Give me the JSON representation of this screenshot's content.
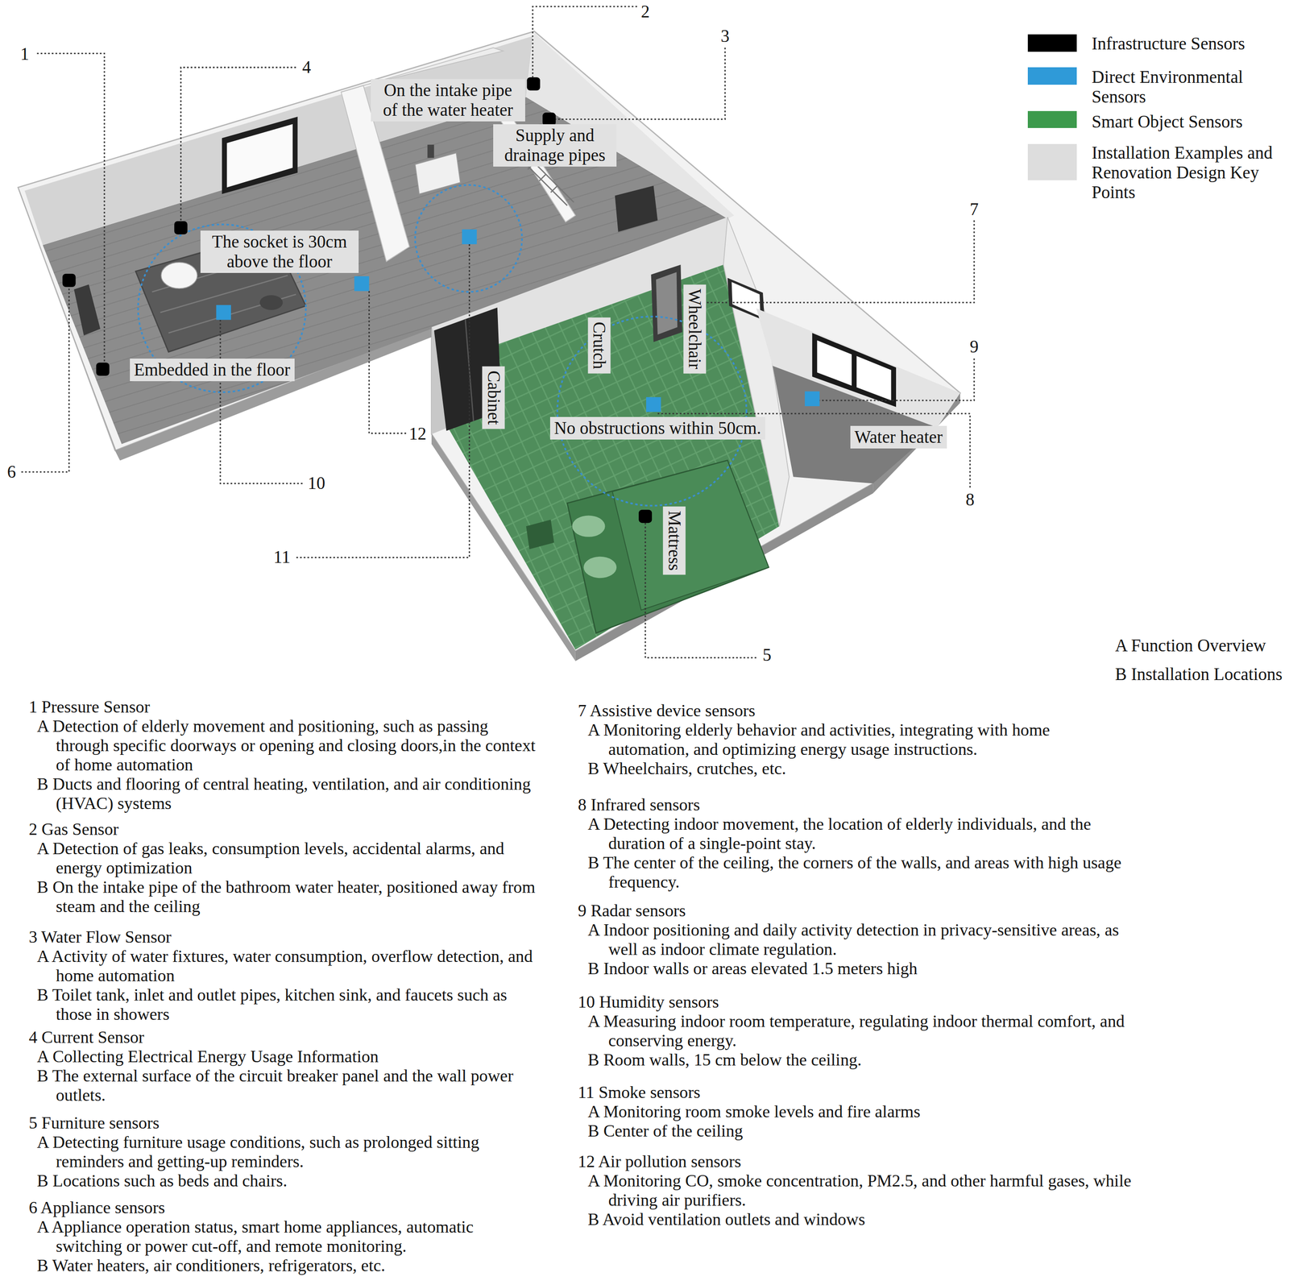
{
  "diagram": {
    "nodes": [
      {
        "text": [
          "On the intake pipe of the water heater"
        ]
      },
      {
        "text": [
          "Supply and drainage pipes"
        ]
      },
      {
        "text": [
          "The socket is 30cm above the floor"
        ]
      },
      {
        "text": [
          "Embedded in the floor"
        ]
      },
      {
        "text": [
          "Crutch"
        ]
      },
      {
        "text": [
          "Wheelchair"
        ]
      },
      {
        "text": [
          "Cabinet"
        ]
      },
      {
        "text": [
          "No obstructions within 50cm."
        ]
      },
      {
        "text": [
          "Water heater"
        ]
      },
      {
        "text": [
          "Mattress"
        ]
      }
    ],
    "labels": [
      "1",
      "2",
      "3",
      "4",
      "5",
      "6",
      "7",
      "8",
      "9",
      "10",
      "11",
      "12",
      "A Function Overview",
      "B Installation Locations",
      "1 Pressure Sensor",
      "A Detection of elderly movement and positioning, such as passing through specific doorways or opening and closing doors,in the context of home automation",
      "B Ducts and flooring of central heating, ventilation, and air conditioning (HVAC) systems",
      "2 Gas Sensor",
      "A Detection of gas leaks, consumption levels, accidental alarms, and energy optimization",
      "B On the intake pipe of the bathroom water heater, positioned away from steam and the ceiling",
      "3 Water Flow Sensor",
      "A Activity of water fixtures, water consumption, overflow detection, and home automation",
      "B Toilet tank, inlet and outlet pipes, kitchen sink, and faucets such as those in showers",
      "4 Current Sensor",
      "A Collecting Electrical Energy Usage Information",
      "B The external surface of the circuit breaker panel and the wall power outlets.",
      "5 Furniture sensors",
      "A Detecting furniture usage conditions, such as prolonged sitting reminders and getting-up reminders.",
      "B Locations such as beds and chairs.",
      "6 Appliance sensors",
      "A Appliance operation status, smart home appliances, automatic switching or power cut-off, and remote monitoring.",
      "B Water heaters, air conditioners, refrigerators, etc.",
      "7 Assistive device sensors",
      "A Monitoring elderly behavior and activities, integrating with home automation, and optimizing energy usage instructions.",
      "B Wheelchairs, crutches, etc.",
      "8 Infrared sensors",
      "A Detecting indoor movement, the location of elderly individuals, and the duration of a single-point stay.",
      "B The center of the ceiling, the corners of the walls, and areas with high usage frequency.",
      "9 Radar sensors",
      "A Indoor positioning and daily activity detection in privacy-sensitive areas, as well as indoor climate regulation.",
      "B Indoor walls or areas elevated 1.5 meters high",
      "10 Humidity sensors",
      "A Measuring indoor room temperature, regulating indoor thermal comfort, and conserving energy.",
      "B Room walls, 15 cm below the ceiling.",
      "11 Smoke sensors",
      "A Monitoring room smoke levels and fire alarms",
      "B Center of the ceiling",
      "12 Air pollution sensors",
      "A Monitoring CO, smoke concentration, PM2.5, and other harmful gases, while driving air purifiers.",
      "B Avoid ventilation outlets and windows"
    ],
    "legend": [
      {
        "text": "Infrastructure Sensors",
        "color": "#000000"
      },
      {
        "text": "Direct Environmental Sensors",
        "color": "#2f9ad8"
      },
      {
        "text": "Smart Object Sensors",
        "color": "#3c9a4c"
      },
      {
        "text": "Installation Examples and Renovation Design Key Points",
        "color": "#dddddd"
      }
    ]
  }
}
